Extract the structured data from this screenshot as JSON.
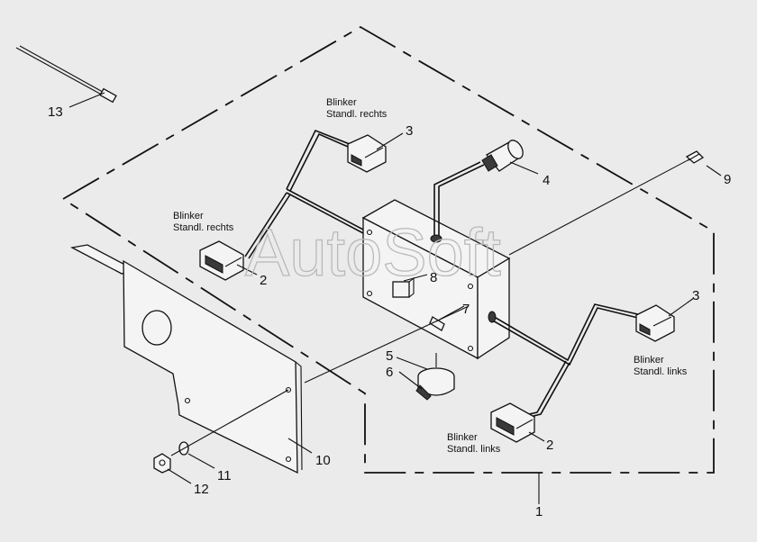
{
  "watermark": "AutoSoft",
  "callouts": {
    "c1": "1",
    "c2a": "2",
    "c2b": "2",
    "c3a": "3",
    "c3b": "3",
    "c4": "4",
    "c5": "5",
    "c6": "6",
    "c7": "7",
    "c8": "8",
    "c9": "9",
    "c10": "10",
    "c11": "11",
    "c12": "12",
    "c13": "13"
  },
  "labels": {
    "top_right_line1": "Blinker",
    "top_right_line2": "Standl. rechts",
    "left_right_line1": "Blinker",
    "left_right_line2": "Standl. rechts",
    "right_left_line1": "Blinker",
    "right_left_line2": "Standl. links",
    "bottom_left_line1": "Blinker",
    "bottom_left_line2": "Standl. links"
  }
}
